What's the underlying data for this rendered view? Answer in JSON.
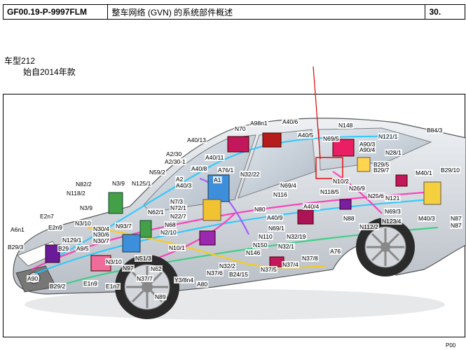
{
  "header": {
    "doc_code": "GF00.19-P-9997FLM",
    "title": "整车网络 (GVN) 的系统部件概述",
    "page_ref": "30."
  },
  "vehicle": {
    "model_label": "车型212",
    "year_label": "始自2014年款"
  },
  "figure": {
    "labels": [
      "N70",
      "A98n1",
      "A40/6",
      "A40/13",
      "A40/5",
      "N148",
      "N69/5",
      "A90/3",
      "N121/1",
      "A90/4",
      "N28/1",
      "B84/3",
      "A40/11",
      "A2/30",
      "A2/30-1",
      "N59/2",
      "A40/8",
      "A76/1",
      "N32/22",
      "B29/5",
      "B29/7",
      "M40/1",
      "B29/10",
      "N82/2",
      "N3/9",
      "N125/1",
      "A2",
      "A40/3",
      "A1",
      "N69/4",
      "N10/2",
      "N26/9",
      "N118/2",
      "N118/5",
      "N25/6",
      "N121",
      "N3/9",
      "N7/3",
      "N72/1",
      "N22/7",
      "N62/1",
      "N116",
      "N80",
      "A40/4",
      "N69/3",
      "E2n7",
      "E2n9",
      "N3/10",
      "N30/4",
      "N30/6",
      "N30/7",
      "N93/7",
      "N68",
      "N2/10",
      "A40/9",
      "N69/1",
      "N88",
      "N112/2",
      "N123/4",
      "M40/3",
      "N87",
      "N87",
      "A6n1",
      "B29/3",
      "B29",
      "A9/5",
      "N129/1",
      "N110",
      "N32/19",
      "N150",
      "N32/1",
      "N146",
      "A76",
      "N10/1",
      "N51/3",
      "N3/10",
      "N37/8",
      "N97",
      "N62",
      "N37/7",
      "N32/2",
      "N37/6",
      "N37/5",
      "N37/4",
      "A90",
      "B29/2",
      "E1n9",
      "E1n7",
      "Y3/8n4",
      "A80",
      "N89",
      "B24/15"
    ]
  },
  "footer": {
    "ref": "P00"
  }
}
